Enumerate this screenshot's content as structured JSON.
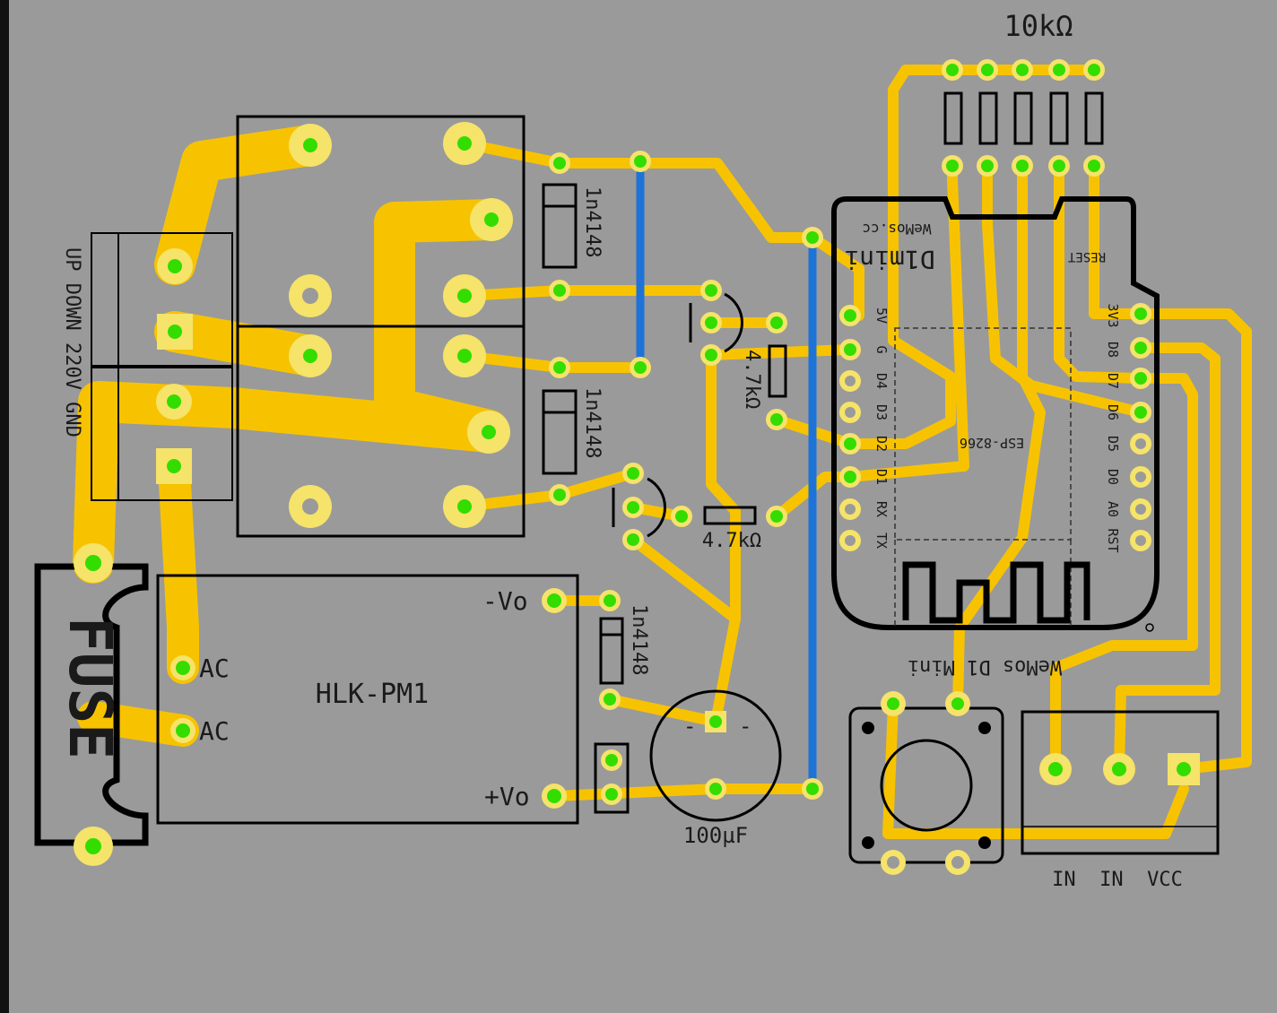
{
  "labels": {
    "top_resistor_value": "10kΩ",
    "diode1": "1n4148",
    "diode2": "1n4148",
    "diode3": "1n4148",
    "r_4k7_a": "4.7kΩ",
    "r_4k7_b": "4.7kΩ",
    "terminal_left": "UP DOWN 220V GND",
    "fuse": "FUSE",
    "hlk_name": "HLK-PM1",
    "hlk_ac1": "AC",
    "hlk_ac2": "AC",
    "hlk_neg": "-Vo",
    "hlk_pos": "+Vo",
    "cap_value": "100µF",
    "wemos_caption": "WeMos D1 Mini",
    "wemos_logo": "D1mini",
    "wemos_site": "WeMos.cc",
    "reset": "RESET",
    "esp": "ESP-8266",
    "terminal_right": "IN  IN  VCC",
    "cap_minus": "-",
    "cap_mark": "-"
  },
  "wemos_pins_left": [
    "5V",
    "G",
    "D4",
    "D3",
    "D2",
    "D1",
    "RX",
    "TX"
  ],
  "wemos_pins_right": [
    "3V3",
    "D8",
    "D7",
    "D6",
    "D5",
    "D0",
    "A0",
    "RST"
  ],
  "colors": {
    "board": "#9a9a9a",
    "copper": "#f7c300",
    "pad_ring": "#f5e36a",
    "pad_center": "#33dd00",
    "jumper": "#1e73d8",
    "silkscreen": "#000000"
  }
}
